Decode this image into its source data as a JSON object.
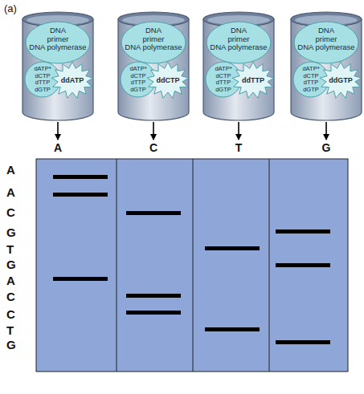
{
  "diagram": {
    "nodes": [
      {
        "text": []
      },
      {
        "text": [
          "DNA",
          "primer",
          "DNA polymerase"
        ],
        "in": 0
      },
      {
        "text": [
          "dATP*",
          "dCTP",
          "dTTP",
          "dGTP"
        ],
        "in": 0
      },
      {
        "text": [
          "ddATP"
        ],
        "in": 0
      },
      {
        "text": []
      },
      {
        "text": [
          "DNA",
          "primer",
          "DNA polymerase"
        ],
        "in": 4
      },
      {
        "text": [
          "dATP*",
          "dCTP",
          "dTTP",
          "dGTP"
        ],
        "in": 4
      },
      {
        "text": [
          "ddCTP"
        ],
        "in": 4
      },
      {
        "text": []
      },
      {
        "text": [
          "DNA",
          "primer",
          "DNA polymerase"
        ],
        "in": 8
      },
      {
        "text": [
          "dATP*",
          "dCTP",
          "dTTP",
          "dGTP"
        ],
        "in": 8
      },
      {
        "text": [
          "ddTTP"
        ],
        "in": 8
      },
      {
        "text": []
      },
      {
        "text": [
          "DNA",
          "primer",
          "DNA polymerase"
        ],
        "in": 12
      },
      {
        "text": [
          "dATP*",
          "dCTP",
          "dTTP",
          "dGTP"
        ],
        "in": 12
      },
      {
        "text": [
          "ddGTP"
        ],
        "in": 12
      },
      {
        "text": [
          "A"
        ]
      },
      {
        "text": [
          "C"
        ]
      },
      {
        "text": [
          "T"
        ]
      },
      {
        "text": [
          "G"
        ]
      }
    ],
    "edges": [
      {
        "from": 0,
        "to": 16,
        "arrow": "to"
      },
      {
        "from": 4,
        "to": 17,
        "arrow": "to"
      },
      {
        "from": 8,
        "to": 18,
        "arrow": "to"
      },
      {
        "from": 12,
        "to": 19,
        "arrow": "to"
      }
    ],
    "labels": [
      "(a)",
      "A",
      "A",
      "C",
      "G",
      "T",
      "G",
      "A",
      "C",
      "C",
      "T",
      "G"
    ]
  }
}
